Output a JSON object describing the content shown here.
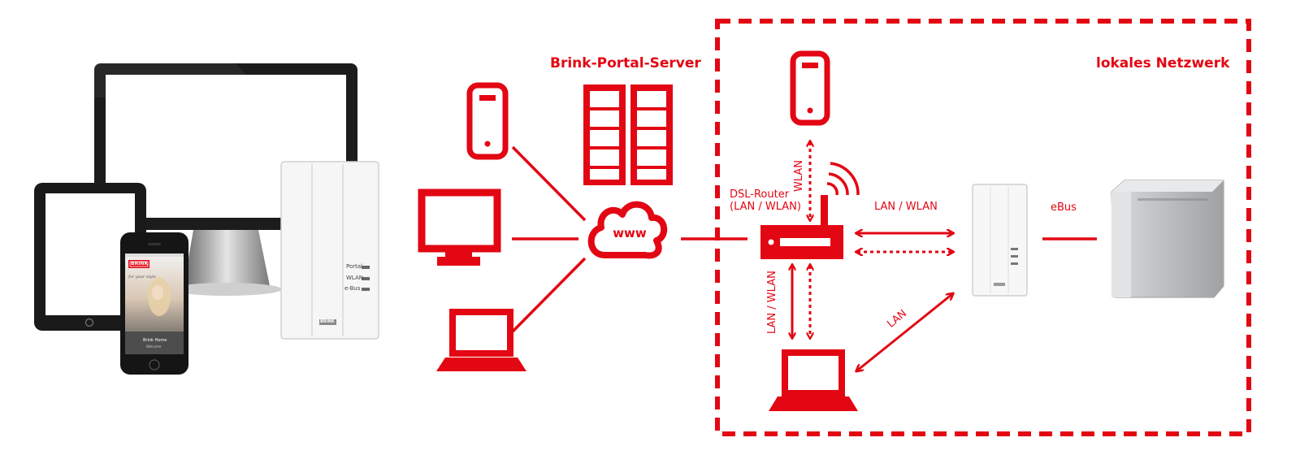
{
  "colors": {
    "accent": "#e30613",
    "device_dark": "#1a1a1a",
    "device_light": "#f4f4f4"
  },
  "labels": {
    "portal_server": "Brink-Portal-Server",
    "local_network": "lokales Netzwerk",
    "www": "www",
    "dsl_router_line1": "DSL-Router",
    "dsl_router_line2": "(LAN / WLAN)",
    "wlan": "WLAN",
    "lan_wlan_horizontal": "LAN / WLAN",
    "lan_wlan_vertical": "LAN / WLAN",
    "lan_diagonal": "LAN",
    "ebus": "eBus"
  },
  "gateway_panel": {
    "status_portal": "Portal",
    "status_wlan": "WLAN",
    "status_ebus": "e-Bus",
    "brand": "BRINK"
  },
  "phone_screen": {
    "brand": "BRINK",
    "tagline": "for your style",
    "app_title": "Brink Home",
    "app_subtitle": "Welcome"
  },
  "icons": {
    "internet_side": [
      "smartphone-icon",
      "monitor-icon",
      "laptop-icon"
    ],
    "server": "server-rack-icon",
    "cloud": "cloud-icon",
    "router": "router-icon",
    "wifi": "wifi-signal-icon",
    "local_side": [
      "smartphone-icon",
      "laptop-icon"
    ]
  }
}
